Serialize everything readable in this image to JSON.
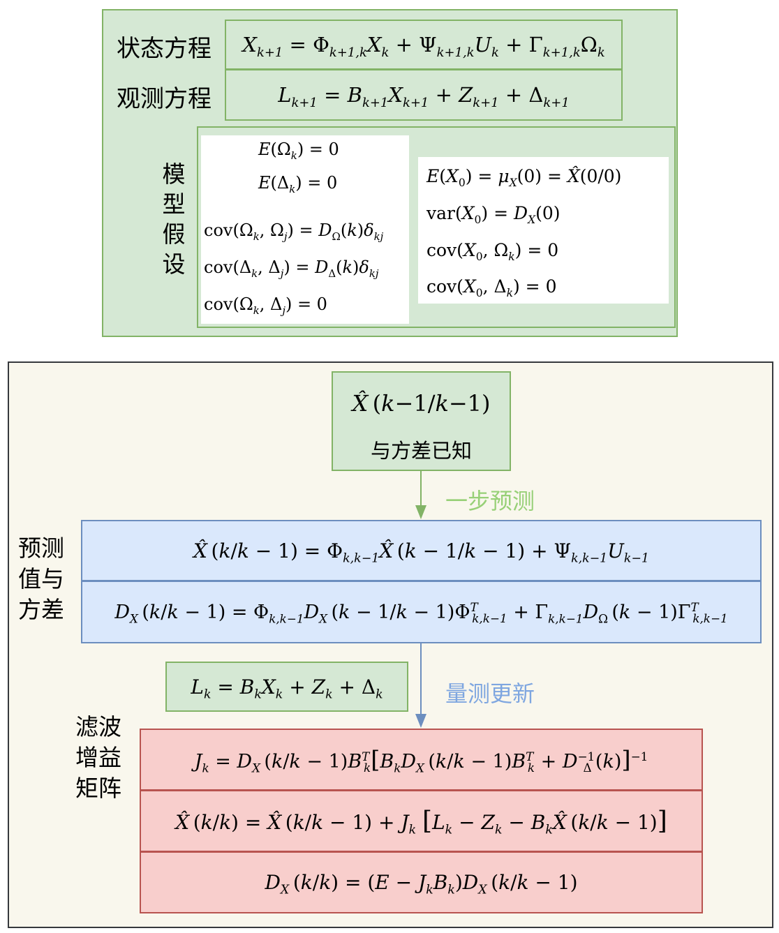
{
  "model": {
    "state_label": "状态方程",
    "state_eq": "X_{k+1} = Φ_{k+1,k}X_k + Ψ_{k+1,k}U_k + Γ_{k+1,k}Ω_k",
    "obs_label": "观测方程",
    "obs_eq": "L_{k+1} = B_{k+1}X_{k+1} + Z_{k+1} + Δ_{k+1}",
    "assume_label": [
      "模",
      "型",
      "假",
      "设"
    ],
    "assume_left": [
      "E(Ω_k) = 0",
      "E(Δ_k) = 0",
      "cov(Ω_k, Ω_j) = D_Ω(k)δ_kj",
      "cov(Δ_k, Δ_j) = D_Δ(k)δ_kj",
      "cov(Ω_k, Δ_j) = 0"
    ],
    "assume_right": [
      "E(X_0) = μ_X(0) = X̂(0/0)",
      "var(X_0) = D_X(0)",
      "cov(X_0, Ω_k) = 0",
      "cov(X_0, Δ_k) = 0"
    ]
  },
  "flow": {
    "start_eq": "X̂(k − 1/k − 1)",
    "start_label": "与方差已知",
    "step1_label": "一步预测",
    "predict_label": [
      "预测",
      "值与",
      "方差"
    ],
    "predict_eq1": "X̂(k/k − 1) = Φ_{k,k−1}X̂(k − 1/k − 1) + Ψ_{k,k−1}U_{k−1}",
    "predict_eq2": "D_X(k/k − 1) = Φ_{k,k−1}D_X(k − 1/k − 1)Φ^T_{k,k−1} + Γ_{k,k−1}D_Ω(k − 1)Γ^T_{k,k−1}",
    "measure_eq": "L_k = B_kX_k + Z_k + Δ_k",
    "step2_label": "量测更新",
    "gain_label": [
      "滤波",
      "增益",
      "矩阵"
    ],
    "gain_eq": "J_k = D_X(k/k − 1)B_k^T[B_kD_X(k/k − 1)B_k^T + D_Δ^{−1}(k)]^{−1}",
    "update_eq": "X̂(k/k) = X̂(k/k − 1) + J_k[L_k − Z_k − B_kX̂(k/k − 1)]",
    "cov_eq": "D_X(k/k) = (E − J_kB_k)D_X(k/k − 1)"
  },
  "colors": {
    "green_fill": "#d5e8d4",
    "green_stroke": "#82b366",
    "blue_fill": "#dae8fc",
    "blue_stroke": "#6c8ebf",
    "red_fill": "#f8cecc",
    "red_stroke": "#b85450",
    "panel_fill": "#f9f7ed",
    "panel_stroke": "#36393d",
    "green_text": "#97d077",
    "blue_text": "#7ea6e0"
  }
}
